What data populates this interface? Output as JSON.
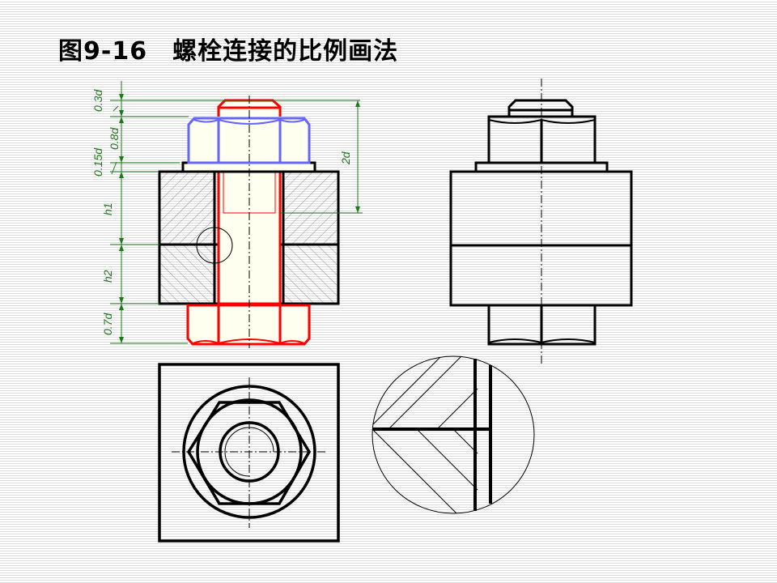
{
  "title": "图9-16　螺栓连接的比例画法",
  "dimensions": {
    "d1": "0.3d",
    "d2": "0.8d",
    "d3": "0.15d",
    "d4": "h1",
    "d5": "h2",
    "d6": "0.7d",
    "d7": "2d"
  },
  "colors": {
    "bolt": "#ff0000",
    "nut": "#6666ff",
    "dimension": "#1a7a1a",
    "outline": "#000000",
    "fill": "#fffff0"
  }
}
